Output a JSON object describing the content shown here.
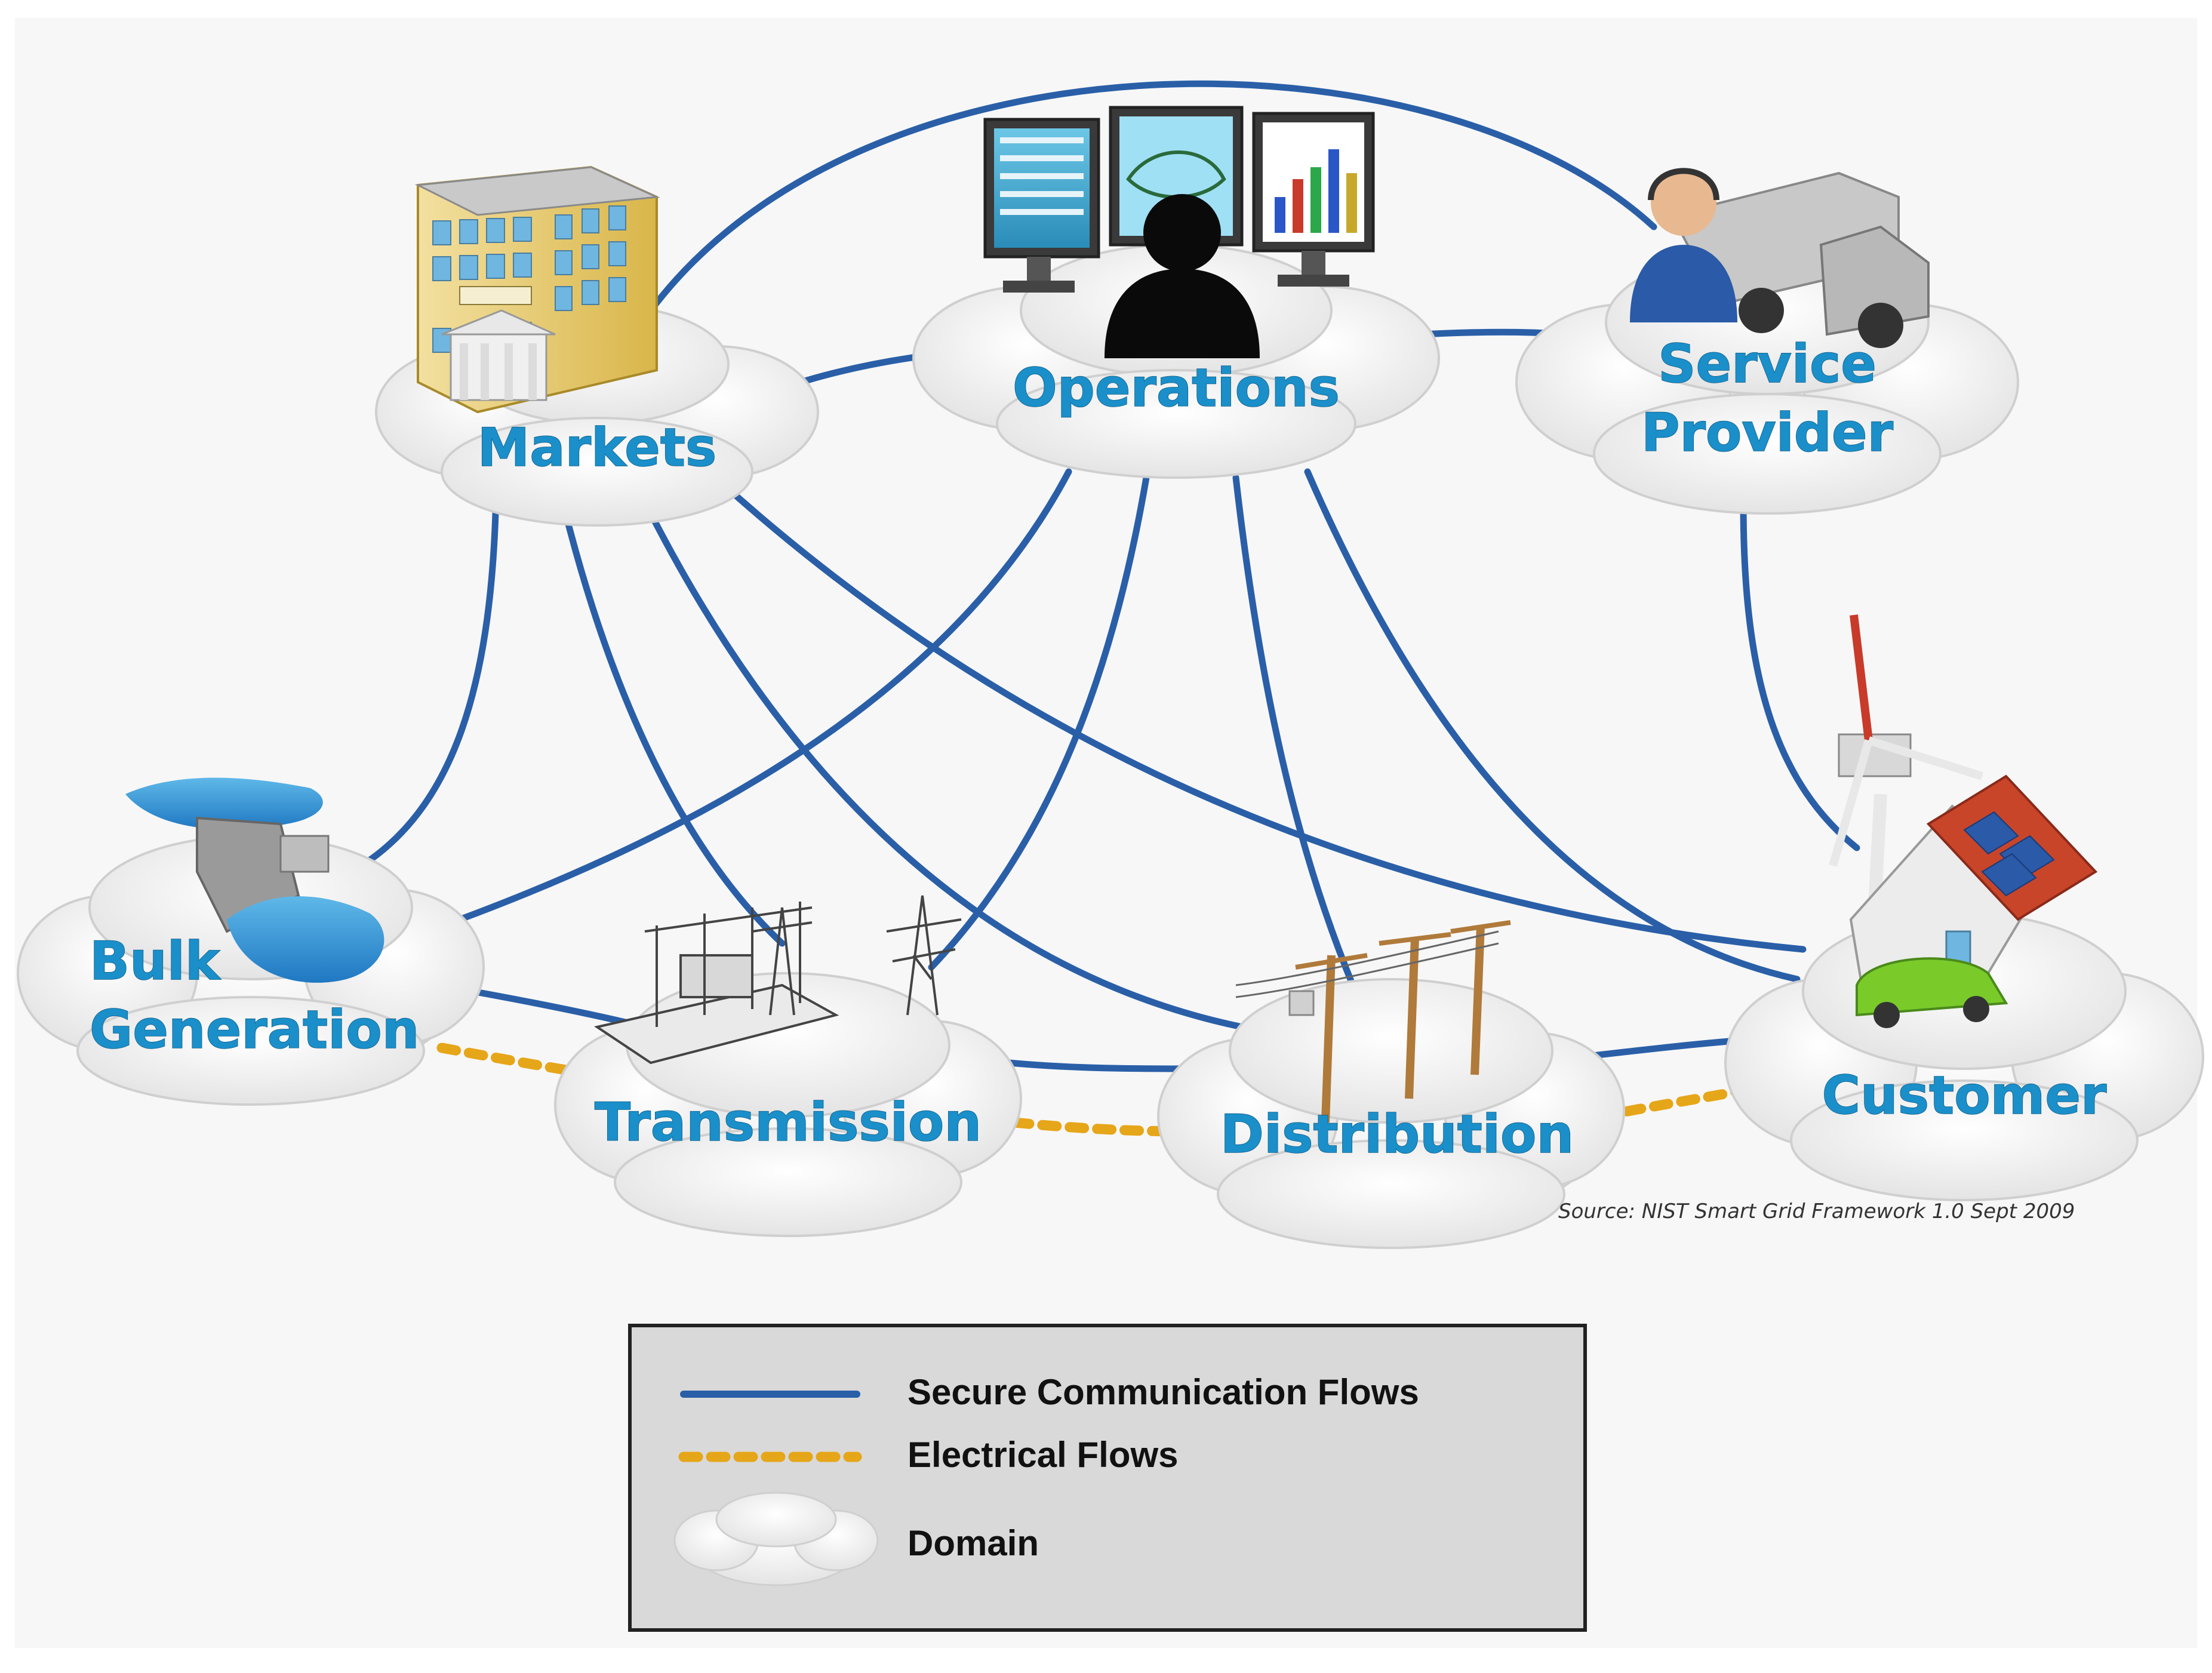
{
  "domains": {
    "markets": "Markets",
    "operations": "Operations",
    "service_provider": [
      "Service",
      "Provider"
    ],
    "bulk_generation": [
      "Bulk",
      "Generation"
    ],
    "transmission": "Transmission",
    "distribution": "Distribution",
    "customer": "Customer"
  },
  "source": "Source:  NIST Smart Grid Framework 1.0 Sept 2009",
  "legend": {
    "secure": "Secure Communication Flows",
    "electrical": "Electrical Flows",
    "domain": "Domain"
  },
  "colors": {
    "secure_line": "#2a5fa8",
    "electrical_line": "#e6a619",
    "label": "#1a8fc9",
    "cloud_fill": "#f1f1f1",
    "legend_bg": "#d9d9d9"
  }
}
